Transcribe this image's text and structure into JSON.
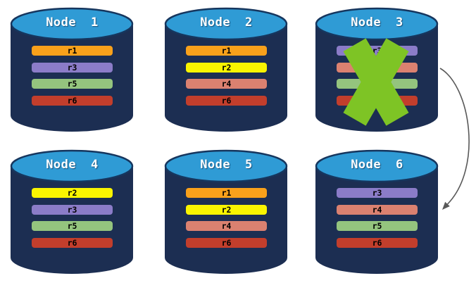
{
  "nodes": [
    {
      "name": "node-1",
      "title": "Node 1",
      "failed": false,
      "replicas": [
        {
          "label": "r1",
          "color": "#F9A11B"
        },
        {
          "label": "r3",
          "color": "#8B7CC8"
        },
        {
          "label": "r5",
          "color": "#94C47E"
        },
        {
          "label": "r6",
          "color": "#C23E2C"
        }
      ]
    },
    {
      "name": "node-2",
      "title": "Node 2",
      "failed": false,
      "replicas": [
        {
          "label": "r1",
          "color": "#F9A11B"
        },
        {
          "label": "r2",
          "color": "#F9F400"
        },
        {
          "label": "r4",
          "color": "#DB8170"
        },
        {
          "label": "r6",
          "color": "#C23E2C"
        }
      ]
    },
    {
      "name": "node-3",
      "title": "Node 3",
      "failed": true,
      "replicas": [
        {
          "label": "r3",
          "color": "#8B7CC8"
        },
        {
          "label": "",
          "color": "#DB8170"
        },
        {
          "label": "",
          "color": "#94C47E"
        },
        {
          "label": "",
          "color": "#C23E2C"
        }
      ]
    },
    {
      "name": "node-4",
      "title": "Node 4",
      "failed": false,
      "replicas": [
        {
          "label": "r2",
          "color": "#F9F400"
        },
        {
          "label": "r3",
          "color": "#8B7CC8"
        },
        {
          "label": "r5",
          "color": "#94C47E"
        },
        {
          "label": "r6",
          "color": "#C23E2C"
        }
      ]
    },
    {
      "name": "node-5",
      "title": "Node 5",
      "failed": false,
      "replicas": [
        {
          "label": "r1",
          "color": "#F9A11B"
        },
        {
          "label": "r2",
          "color": "#F9F400"
        },
        {
          "label": "r4",
          "color": "#DB8170"
        },
        {
          "label": "r6",
          "color": "#C23E2C"
        }
      ]
    },
    {
      "name": "node-6",
      "title": "Node 6",
      "failed": false,
      "replicas": [
        {
          "label": "r3",
          "color": "#8B7CC8"
        },
        {
          "label": "r4",
          "color": "#DB8170"
        },
        {
          "label": "r5",
          "color": "#94C47E"
        },
        {
          "label": "r6",
          "color": "#C23E2C"
        }
      ]
    }
  ],
  "arrow": {
    "from": "Node 3",
    "to": "Node 6"
  },
  "colors": {
    "background": "#FFFFFF",
    "cylinder_body": "#1C2E52",
    "cylinder_top": "#2F9BD5",
    "cylinder_top_border": "#16365E",
    "failure_x": "#7EC425",
    "arrow": "#595959",
    "node_title_text": "#FFFFFF",
    "replica_label_text": "#000000"
  }
}
